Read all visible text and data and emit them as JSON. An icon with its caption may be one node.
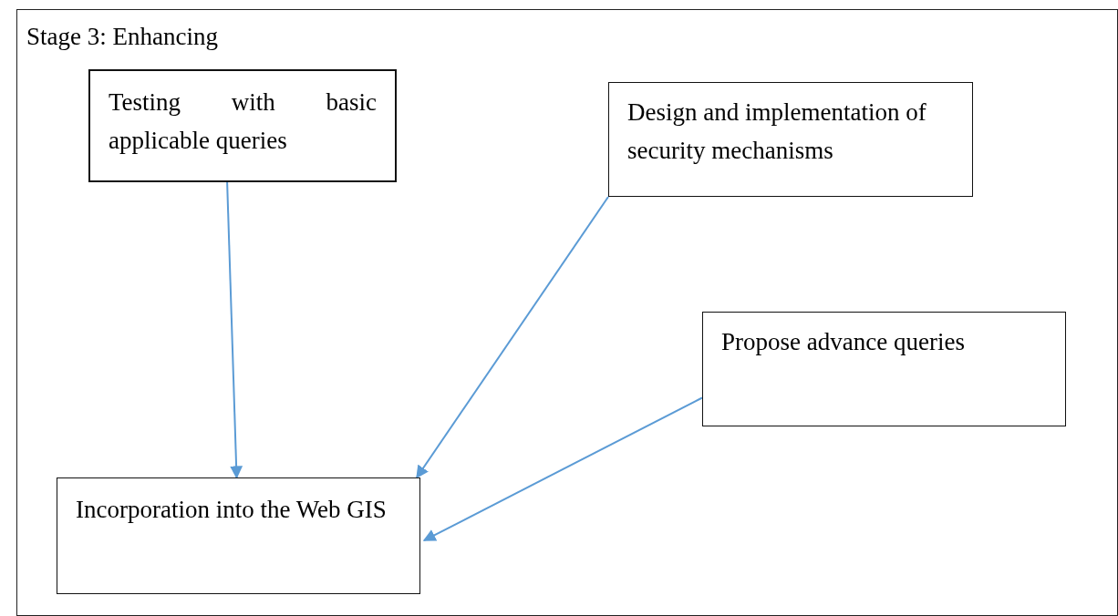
{
  "diagram": {
    "nodes": [
      {
        "text": [
          "Stage 3: Enhancing"
        ]
      },
      {
        "text": [
          "Testing with basic applicable queries"
        ],
        "in": 0
      },
      {
        "text": [
          "Design and implementation of security mechanisms"
        ],
        "in": 0
      },
      {
        "text": [
          "Propose advance queries"
        ],
        "in": 0
      },
      {
        "text": [
          "Incorporation into the Web GIS"
        ],
        "in": 0
      }
    ],
    "edges": [
      {
        "from": 1,
        "to": 4,
        "arrow": "to"
      },
      {
        "from": 2,
        "to": 4,
        "arrow": "to"
      },
      {
        "from": 3,
        "to": 4,
        "arrow": "to"
      }
    ]
  }
}
